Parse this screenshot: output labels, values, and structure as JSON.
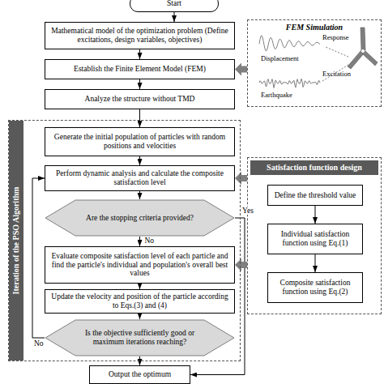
{
  "diagram": {
    "nodes": [
      {
        "text": [
          "Start"
        ]
      },
      {
        "text": [
          "Mathematical model of the optimization problem (Define excitations, design variables, objectives)"
        ]
      },
      {
        "text": [
          "Establish the Finite Element Model (FEM)"
        ]
      },
      {
        "text": [
          "Analyze the structure without TMD"
        ]
      },
      {
        "text": [
          "Iteration of the PSO Algorithm"
        ]
      },
      {
        "text": [
          "Generate the initial population of particles with random positions and velocities"
        ],
        "in": 4
      },
      {
        "text": [
          "Perform dynamic analysis and calculate the composite satisfaction level"
        ],
        "in": 4
      },
      {
        "text": [
          "Are the stopping criteria provided?"
        ],
        "in": 4
      },
      {
        "text": [
          "Evaluate composite satisfaction level of each particle and find the particle's individual and population's overall best values"
        ],
        "in": 4
      },
      {
        "text": [
          "Update the velocity and position of the particle according to Eqs.(3) and (4)"
        ],
        "in": 4
      },
      {
        "text": [
          "Is the objective sufficiently good or maximum iterations reaching?"
        ],
        "in": 4
      },
      {
        "text": [
          "Output the optimum"
        ]
      },
      {
        "text": [
          "FEM Simulation"
        ]
      },
      {
        "text": [
          "Satisfaction function design"
        ]
      },
      {
        "text": [
          "Define the threshold value"
        ],
        "in": 13
      },
      {
        "text": [
          "Individual satisfaction function using Eq.(1)"
        ],
        "in": 13
      },
      {
        "text": [
          "Composite satisfaction function using Eq.(2)"
        ],
        "in": 13
      }
    ],
    "edges": [
      {
        "from": 0,
        "to": 1,
        "arrow": "to"
      },
      {
        "from": 1,
        "to": 2,
        "arrow": "to"
      },
      {
        "from": 2,
        "to": 3,
        "arrow": "to"
      },
      {
        "from": 3,
        "to": 5,
        "arrow": "to"
      },
      {
        "from": 5,
        "to": 6,
        "arrow": "to"
      },
      {
        "from": 6,
        "to": 7,
        "arrow": "to"
      },
      {
        "from": 7,
        "to": 8,
        "label": "No",
        "arrow": "to"
      },
      {
        "from": 7,
        "to": 11,
        "label": "Yes",
        "arrow": "to"
      },
      {
        "from": 8,
        "to": 9,
        "arrow": "to"
      },
      {
        "from": 9,
        "to": 10,
        "arrow": "to"
      },
      {
        "from": 10,
        "to": 11,
        "arrow": "to"
      },
      {
        "from": 10,
        "to": 6,
        "label": "No",
        "arrow": "to"
      },
      {
        "from": 12,
        "to": 2,
        "arrow": "to"
      },
      {
        "from": 13,
        "to": 6,
        "arrow": "to"
      },
      {
        "from": 13,
        "to": 8,
        "arrow": "to"
      },
      {
        "from": 14,
        "to": 15,
        "arrow": "to"
      },
      {
        "from": 15,
        "to": 16,
        "arrow": "to"
      }
    ],
    "labels": [
      "Response",
      "Displacement",
      "Excitation",
      "Earthquake"
    ]
  }
}
